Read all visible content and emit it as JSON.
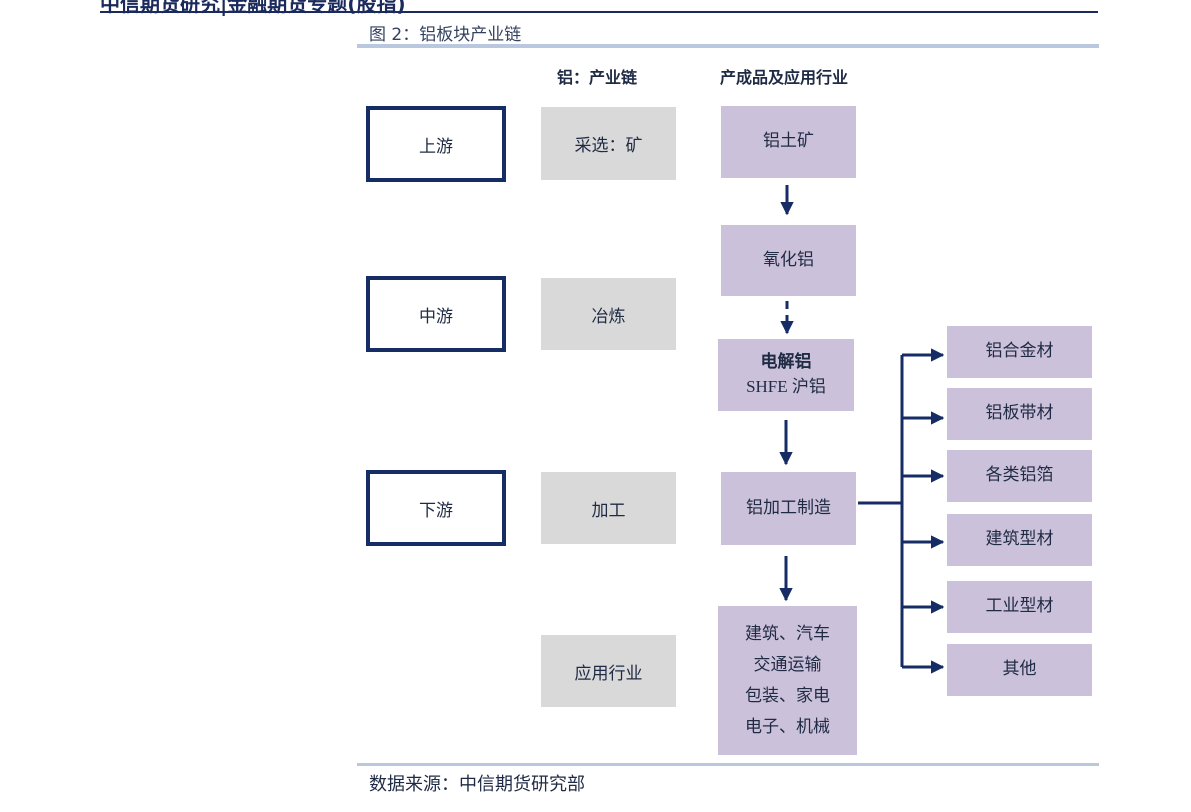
{
  "header": {
    "title": "中信期货研究|金融期货专题(股指)"
  },
  "figure": {
    "title": "图 2：铝板块产业链"
  },
  "columns": {
    "chain": "铝：产业链",
    "products": "产成品及应用行业"
  },
  "stages": [
    "上游",
    "中游",
    "下游"
  ],
  "chain": [
    "采选：矿",
    "冶炼",
    "加工",
    "应用行业"
  ],
  "products": {
    "bauxite": "铝土矿",
    "alumina": "氧化铝",
    "electrolytic": {
      "name": "电解铝",
      "sub": "SHFE 沪铝"
    },
    "processing": "铝加工制造",
    "applications": [
      "建筑、汽车",
      "交通运输",
      "包装、家电",
      "电子、机械"
    ]
  },
  "outputs": [
    "铝合金材",
    "铝板带材",
    "各类铝箔",
    "建筑型材",
    "工业型材",
    "其他"
  ],
  "source": "数据来源：中信期货研究部",
  "colors": {
    "navy": "#162c64",
    "purple": "#ccc1da",
    "gray": "#d9d9d9",
    "rule": "#b9c8de"
  }
}
